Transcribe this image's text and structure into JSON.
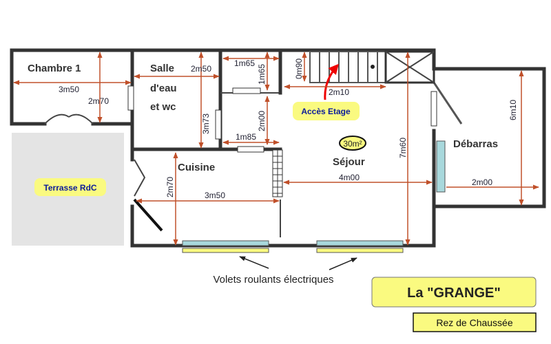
{
  "rooms": {
    "chambre": "Chambre 1",
    "salle_1": "Salle",
    "salle_2": "d'eau",
    "salle_3": "et wc",
    "cuisine": "Cuisine",
    "sejour": "Séjour",
    "debarras": "Débarras"
  },
  "labels": {
    "terrasse": "Terrasse RdC",
    "acces_etage": "Accès Etage",
    "surface": "30m²",
    "volets": "Volets roulants électriques",
    "title": "La \"GRANGE\"",
    "subtitle": "Rez de Chaussée"
  },
  "dimensions": {
    "chambre_width": "3m50",
    "chambre_depth": "2m70",
    "salle_width": "2m50",
    "salle_depth": "3m73",
    "wc_width": "1m65",
    "wc_depth": "1m65",
    "small_depth": "2m00",
    "small_width": "1m85",
    "stair_depth": "0m90",
    "stair_width": "2m10",
    "sejour_depth": "7m60",
    "sejour_width": "4m00",
    "debarras_depth": "6m10",
    "debarras_width": "2m00",
    "cuisine_depth": "2m70",
    "cuisine_width": "3m50"
  },
  "colors": {
    "dimension": "#c0502a",
    "highlight": "#fafa80",
    "window": "#a8d8dc"
  }
}
